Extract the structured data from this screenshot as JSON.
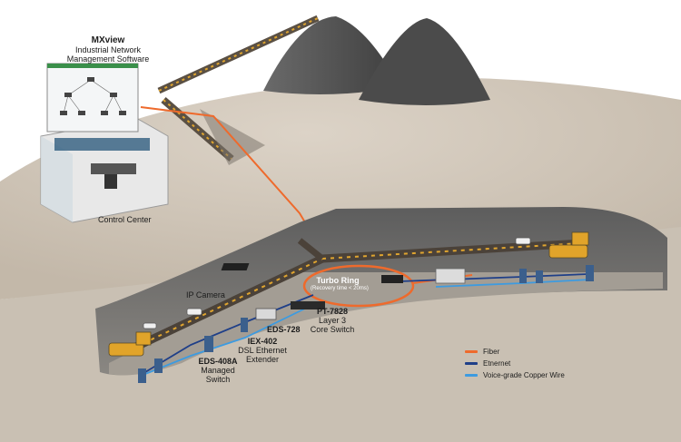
{
  "software": {
    "title": "MXview",
    "line1": "Industrial Network",
    "line2": "Management Software"
  },
  "control_center": "Control Center",
  "ip_camera": "IP Camera",
  "turbo_ring": {
    "title": "Turbo Ring",
    "subtitle": "(Recovery time < 20ms)"
  },
  "pt7828": {
    "model": "PT-7828",
    "line1": "Layer 3",
    "line2": "Core Switch"
  },
  "eds728": {
    "model": "EDS-728"
  },
  "iex402": {
    "model": "IEX-402",
    "line1": "DSL Ethernet",
    "line2": "Extender"
  },
  "eds408a": {
    "model": "EDS-408A",
    "line1": "Managed",
    "line2": "Switch"
  },
  "legend": [
    {
      "label": "Fiber",
      "color": "#ee6a2c"
    },
    {
      "label": "Etnernet",
      "color": "#1f3f88"
    },
    {
      "label": "Voice-grade Copper Wire",
      "color": "#3d9be0"
    }
  ]
}
